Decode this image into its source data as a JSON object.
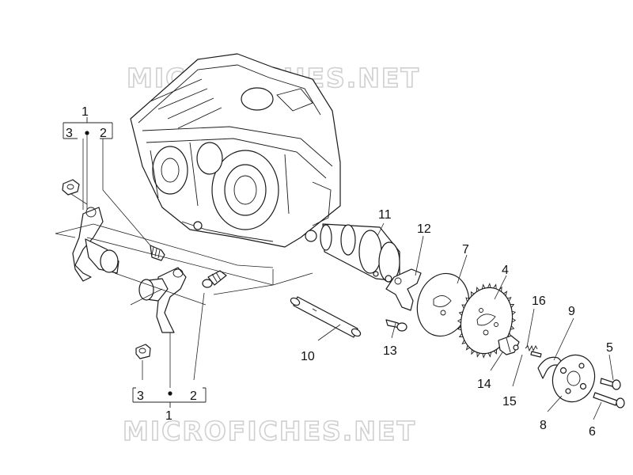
{
  "watermark": {
    "text": "MICROFICHES.NET",
    "color": "#d0d0d0"
  },
  "callouts": [
    {
      "id": "c1-top",
      "label": "1"
    },
    {
      "id": "c2-top",
      "label": "2"
    },
    {
      "id": "c3-top",
      "label": "3"
    },
    {
      "id": "c1-bottom",
      "label": "1"
    },
    {
      "id": "c2-bottom",
      "label": "2"
    },
    {
      "id": "c3-bottom",
      "label": "3"
    },
    {
      "id": "c4",
      "label": "4"
    },
    {
      "id": "c5",
      "label": "5"
    },
    {
      "id": "c6",
      "label": "6"
    },
    {
      "id": "c7",
      "label": "7"
    },
    {
      "id": "c8",
      "label": "8"
    },
    {
      "id": "c9",
      "label": "9"
    },
    {
      "id": "c10",
      "label": "10"
    },
    {
      "id": "c11",
      "label": "11"
    },
    {
      "id": "c12",
      "label": "12"
    },
    {
      "id": "c13",
      "label": "13"
    },
    {
      "id": "c14",
      "label": "14"
    },
    {
      "id": "c15",
      "label": "15"
    },
    {
      "id": "c16",
      "label": "16"
    }
  ]
}
